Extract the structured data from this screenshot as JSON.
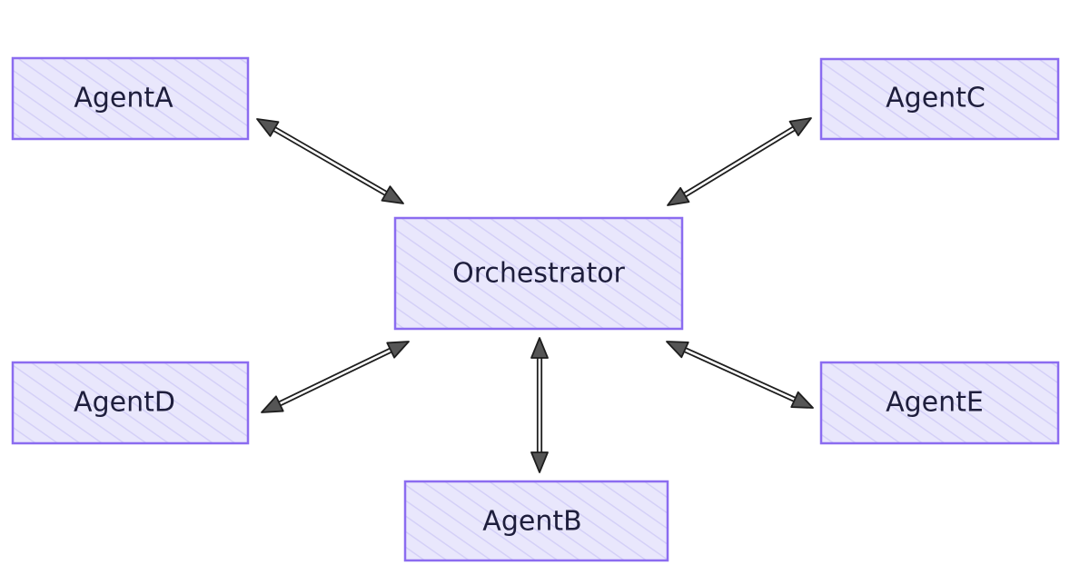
{
  "colors": {
    "node_fill": "#e9e7fc",
    "node_hatch": "#d4d0f7",
    "node_stroke": "#8b6cf0",
    "edge": "#1e1e1e",
    "text": "#1e1e3c"
  },
  "nodes": [
    {
      "id": "orchestrator",
      "label": "Orchestrator"
    },
    {
      "id": "agentA",
      "label": "AgentA"
    },
    {
      "id": "agentB",
      "label": "AgentB"
    },
    {
      "id": "agentC",
      "label": "AgentC"
    },
    {
      "id": "agentD",
      "label": "AgentD"
    },
    {
      "id": "agentE",
      "label": "AgentE"
    }
  ],
  "edges": [
    {
      "from": "agentA",
      "to": "orchestrator",
      "direction": "both"
    },
    {
      "from": "agentC",
      "to": "orchestrator",
      "direction": "both"
    },
    {
      "from": "agentD",
      "to": "orchestrator",
      "direction": "both"
    },
    {
      "from": "agentB",
      "to": "orchestrator",
      "direction": "both"
    },
    {
      "from": "agentE",
      "to": "orchestrator",
      "direction": "both"
    }
  ]
}
